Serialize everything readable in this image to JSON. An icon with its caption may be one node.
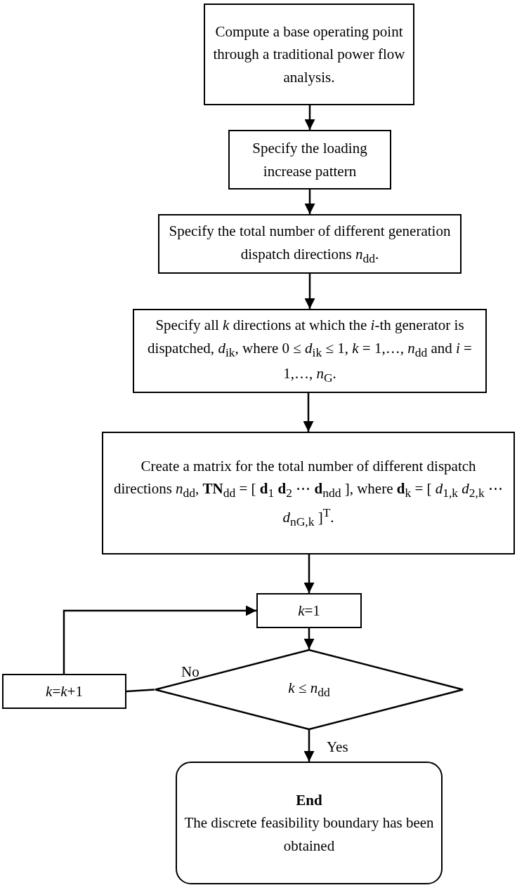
{
  "diagram": {
    "nodes": [
      {
        "text": [
          "Compute a base operating point through a traditional power flow analysis."
        ]
      },
      {
        "text": [
          "Specify the loading increase pattern"
        ]
      },
      {
        "text": [
          "Specify the total number of different generation dispatch directions *n*$_{dd}$."
        ]
      },
      {
        "text": [
          "Specify all *k* directions at which the *i*-th generator is dispatched, *d*$_{ik}$, where 0 ≤ *d*$_{ik}$ ≤ 1, *k* = 1,…, *n*$_{dd}$ and *i* = 1,…, *n*$_{G}$."
        ]
      },
      {
        "text": [
          "Create a matrix for the total number of different dispatch directions *n*$_{dd}$, **TN**$_{dd}$ = [ **d**$_{1}$ **d**$_{2}$ ⋯ **d**$_{ndd}$ ], where **d**$_{k}$ = [ *d*$_{1,k}$ *d*$_{2,k}$ ⋯ *d*$_{nG,k}$ ]$^{T}$."
        ]
      },
      {
        "text": [
          "*k*=1"
        ]
      },
      {
        "text": [
          "*k* ≤ *n*$_{dd}$"
        ]
      },
      {
        "text": [
          "*k*=*k*+1"
        ]
      },
      {
        "text": [
          "End",
          "The discrete feasibility boundary has been obtained"
        ]
      }
    ],
    "edges": [
      {
        "from": 0,
        "to": 1,
        "arrow": "to"
      },
      {
        "from": 1,
        "to": 2,
        "arrow": "to"
      },
      {
        "from": 2,
        "to": 3,
        "arrow": "to"
      },
      {
        "from": 3,
        "to": 4,
        "arrow": "to"
      },
      {
        "from": 4,
        "to": 5,
        "arrow": "to"
      },
      {
        "from": 5,
        "to": 6,
        "arrow": "to"
      },
      {
        "from": 6,
        "to": 7,
        "arrow": "none",
        "label": "No"
      },
      {
        "from": 7,
        "to": 5,
        "arrow": "to"
      },
      {
        "from": 6,
        "to": 8,
        "arrow": "to",
        "label": "Yes"
      }
    ]
  }
}
